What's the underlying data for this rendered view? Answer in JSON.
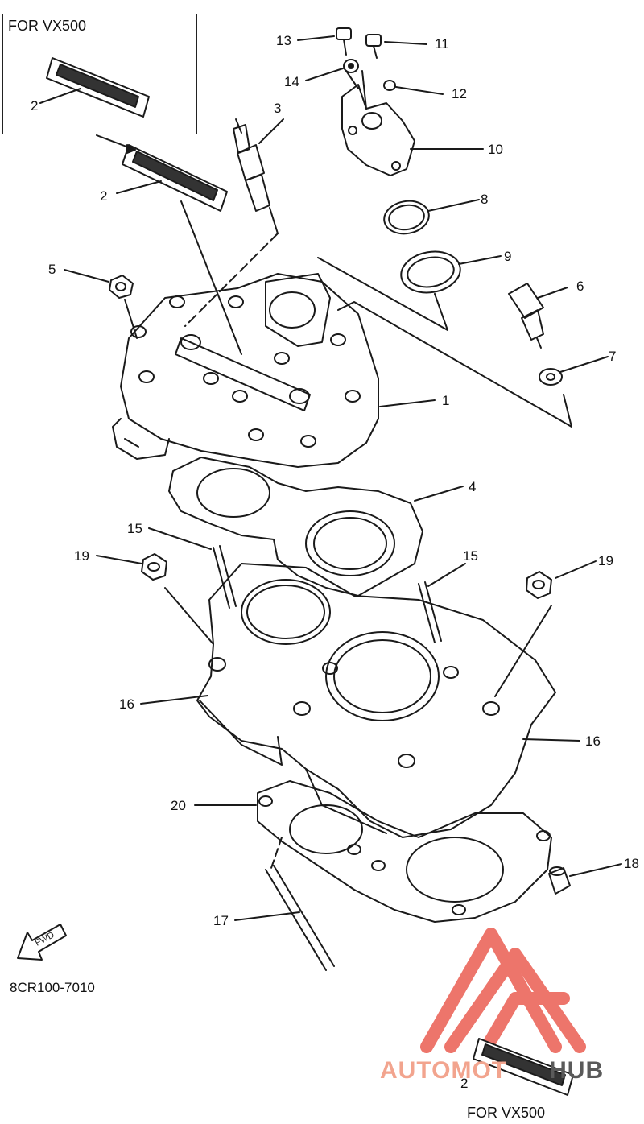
{
  "inset_title": "FOR VX500",
  "bottom_caption": "FOR VX500",
  "diagram_code": "8CR100-7010",
  "fwd_label": "FWD",
  "watermark": {
    "left": "AUTOMOT",
    "right": "HUB",
    "colors": {
      "accent": "#e8483a",
      "light": "#f2a48e",
      "dark": "#5a5a5a"
    }
  },
  "callouts": {
    "c1": "1",
    "c2a": "2",
    "c2b": "2",
    "c2c": "2",
    "c3": "3",
    "c4": "4",
    "c5": "5",
    "c6": "6",
    "c7": "7",
    "c8": "8",
    "c9": "9",
    "c10": "10",
    "c11": "11",
    "c12": "12",
    "c13": "13",
    "c14": "14",
    "c15a": "15",
    "c15b": "15",
    "c16a": "16",
    "c16b": "16",
    "c17": "17",
    "c18": "18",
    "c19a": "19",
    "c19b": "19",
    "c20": "20"
  }
}
